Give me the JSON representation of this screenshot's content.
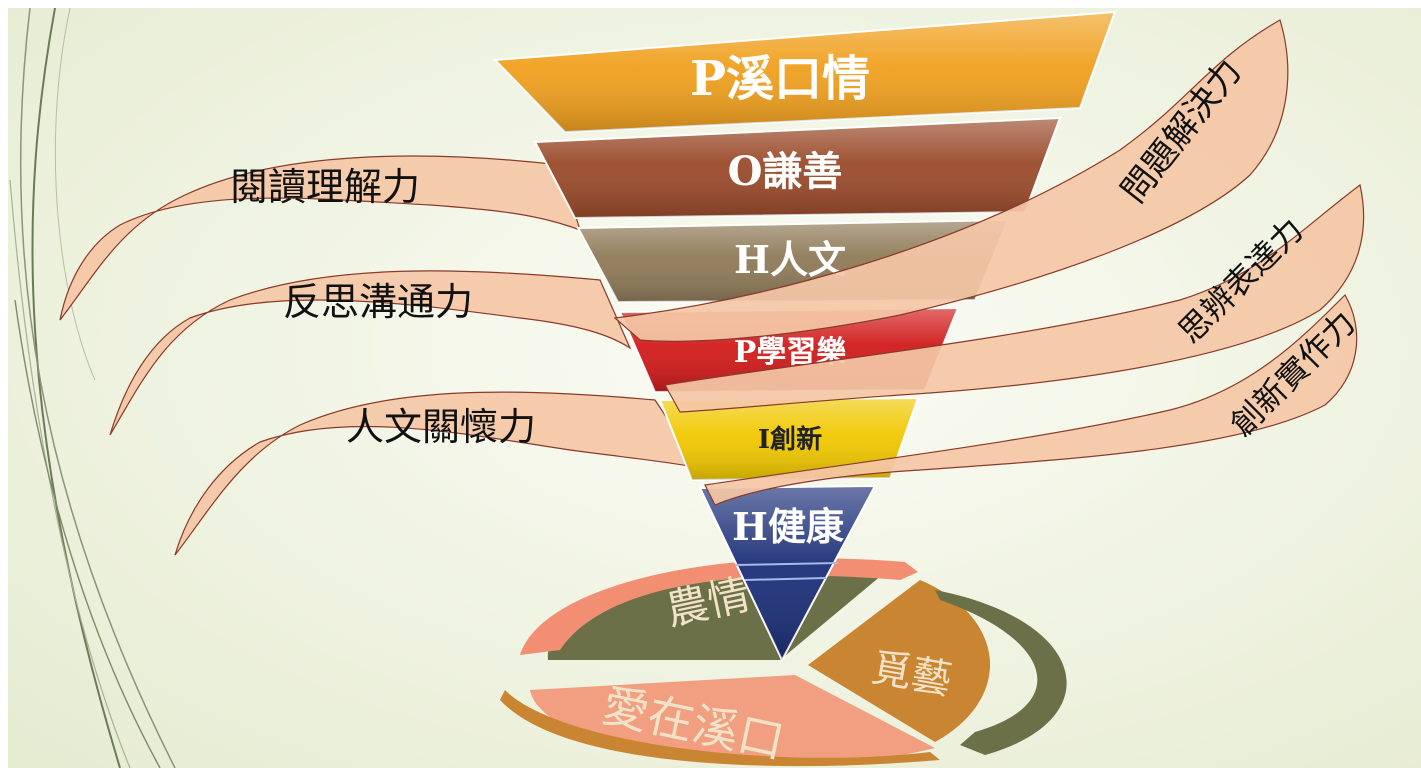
{
  "pyramid": {
    "layers": [
      {
        "label": "P溪口情",
        "color": "#f0a01e"
      },
      {
        "label": "O謙善",
        "color": "#9a4a2a"
      },
      {
        "label": "H人文",
        "color": "#8f7a58"
      },
      {
        "label": "P學習樂",
        "color": "#d11a1a"
      },
      {
        "label": "I創新",
        "color": "#f0c800"
      },
      {
        "label": "H健康",
        "color": "#1b2f78"
      }
    ]
  },
  "ribbons": {
    "left": [
      "閱讀理解力",
      "反思溝通力",
      "人文關懷力"
    ],
    "right": [
      "問題解決力",
      "思辨表達力",
      "創新實作力"
    ],
    "color": "#f4c7a6"
  },
  "cycle": {
    "segments": [
      {
        "label": "農情",
        "color": "#6b7048"
      },
      {
        "label": "覓藝",
        "color": "#c98532"
      },
      {
        "label": "愛在溪口",
        "color": "#f19f80"
      }
    ]
  },
  "background": {
    "color": "#eef2e2"
  }
}
